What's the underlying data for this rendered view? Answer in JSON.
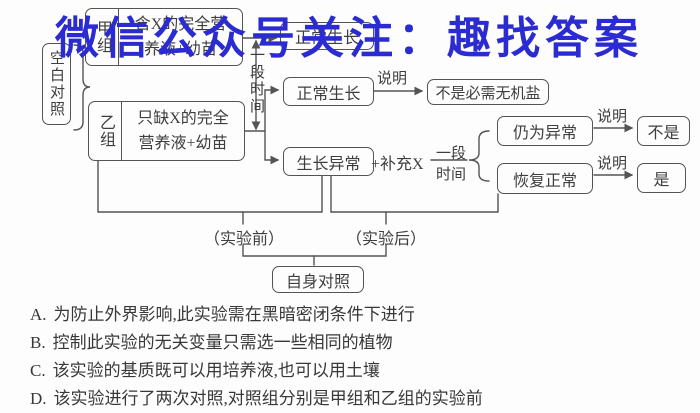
{
  "colors": {
    "watermark_blue": "#2b2bd2",
    "diagram_ink": "#545454",
    "text_gray": "#3e3e3e"
  },
  "watermark": {
    "text": "微信公众号关注：趣找答案"
  },
  "diagram": {
    "blank_control_label": "空白对照",
    "group_a": {
      "label": "甲组",
      "line1": "含X的完全营",
      "line2": "养液+幼苗"
    },
    "group_b": {
      "label": "乙组",
      "line1": "只缺X的完全",
      "line2": "营养液+幼苗"
    },
    "period_of_time_vertical": "一段时间",
    "period_of_time_line1": "一段",
    "period_of_time_line2": "时间",
    "group_a_result": "正常生长",
    "group_b_result_normal": "正常生长",
    "group_b_result_abnormal": "生长异常",
    "explain_label": "说明",
    "conclusion_not_essential": "不是必需无机盐",
    "supplement_x": "+补充X",
    "still_abnormal": "仍为异常",
    "recover_normal": "恢复正常",
    "answer_no": "不是",
    "answer_yes": "是",
    "before_experiment": "（实验前）",
    "after_experiment": "（实验后）",
    "self_control": "自身对照"
  },
  "options": [
    {
      "label": "A.",
      "text": "为防止外界影响,此实验需在黑暗密闭条件下进行"
    },
    {
      "label": "B.",
      "text": "控制此实验的无关变量只需选一些相同的植物"
    },
    {
      "label": "C.",
      "text": "该实验的基质既可以用培养液,也可以用土壤"
    },
    {
      "label": "D.",
      "text": "该实验进行了两次对照,对照组分别是甲组和乙组的实验前"
    }
  ]
}
